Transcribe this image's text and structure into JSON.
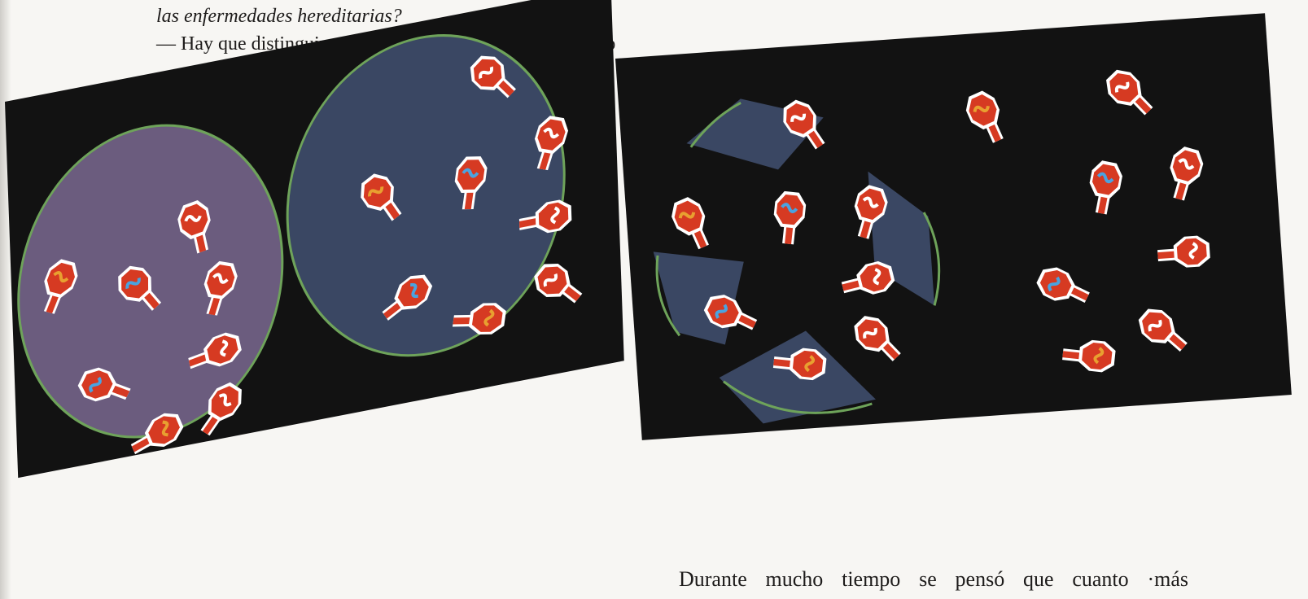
{
  "text": {
    "question": "las enfermedades hereditarias?",
    "answer_line": "— Hay que distinguir, por una parte, las células del cuerpo",
    "bottom_line": "Durante mucho tiempo se pensó que cuanto ·más"
  },
  "illustration": {
    "cell_colors": {
      "violet": "#6b5c7e",
      "slate": "#3a4763",
      "membrane": "#6ea35a",
      "chromosome": "#d63a22",
      "dna_white": "#ffffff",
      "dna_blue": "#4aa3e0",
      "dna_orange": "#e8a030"
    }
  }
}
